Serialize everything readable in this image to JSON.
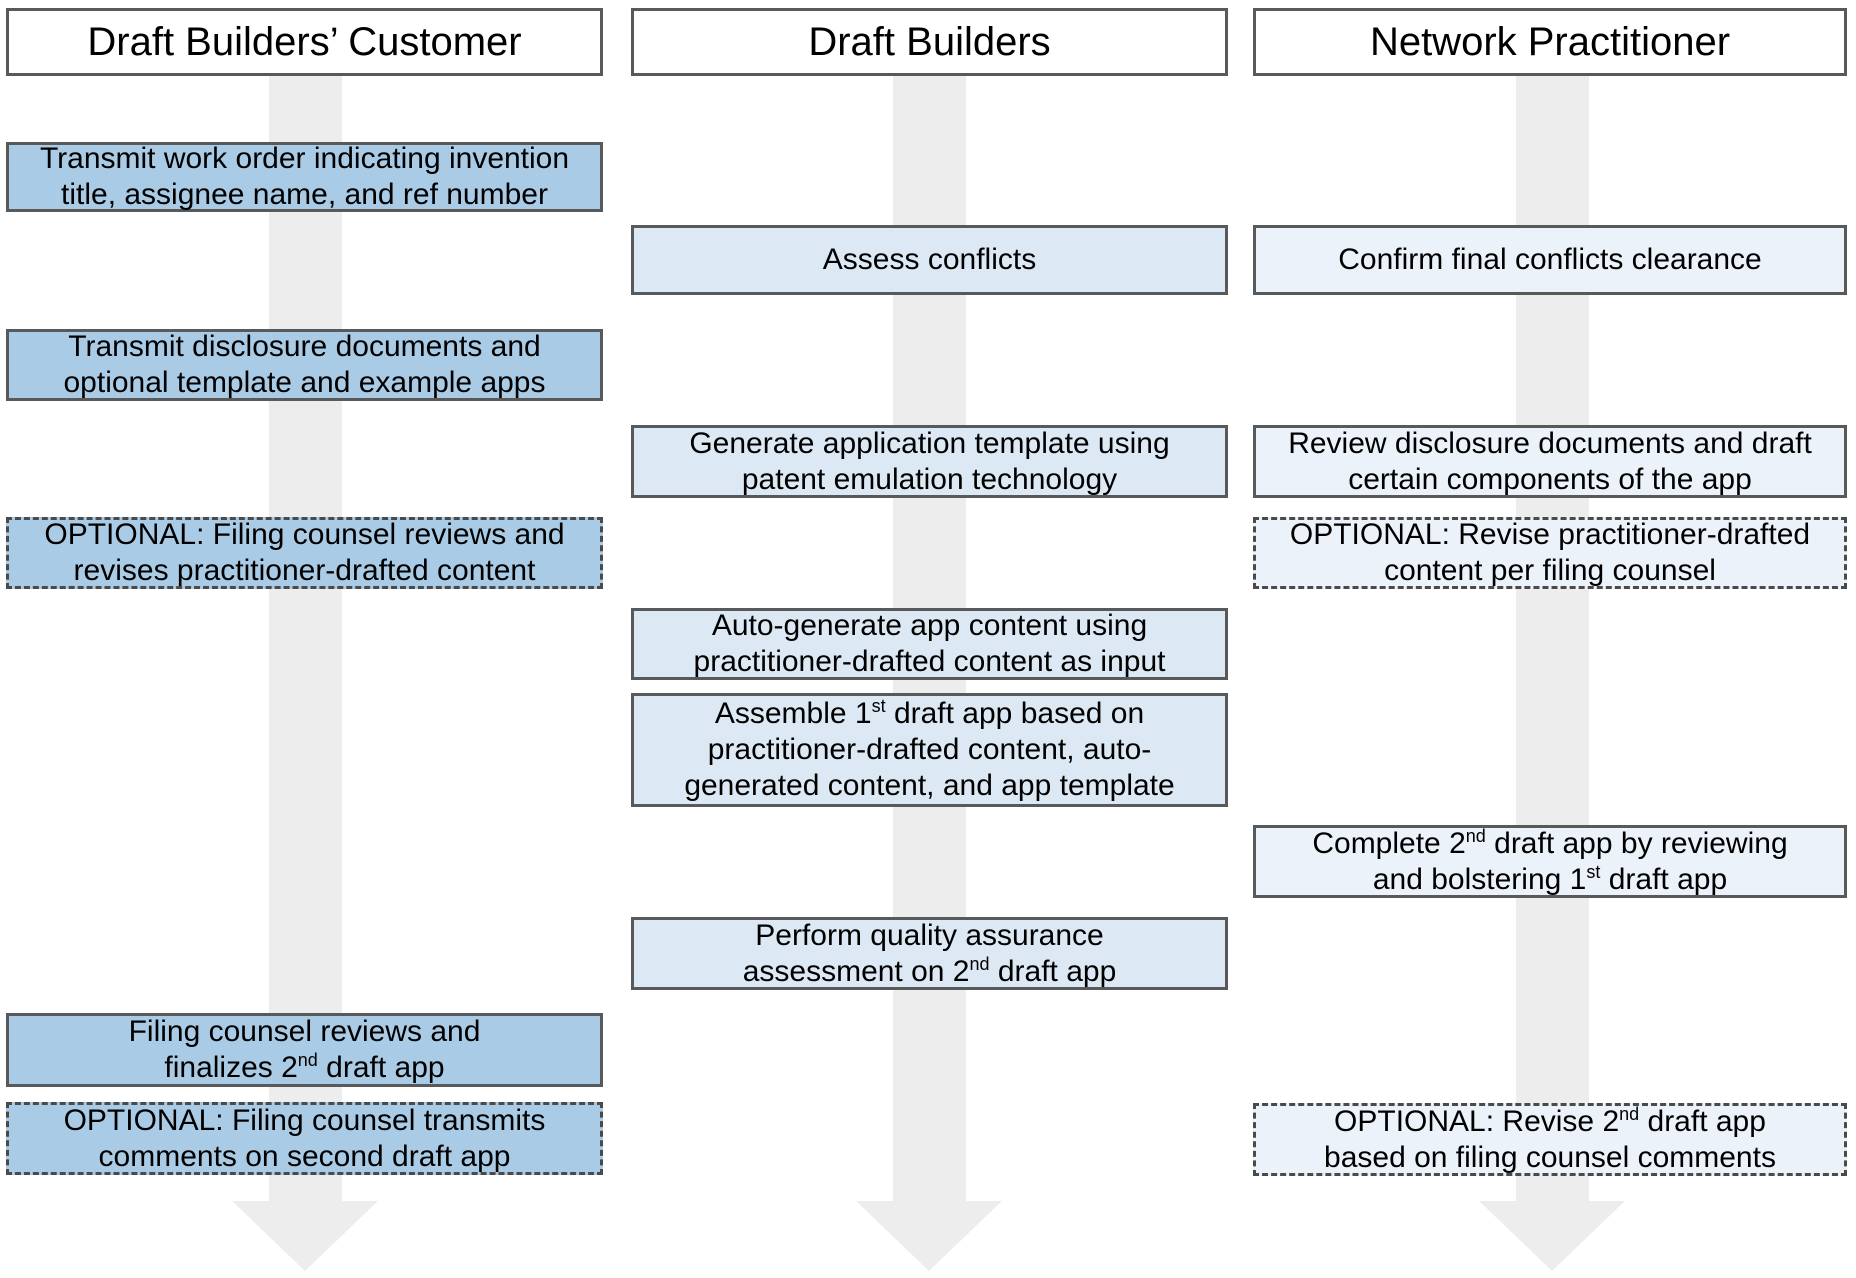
{
  "diagram": {
    "colors": {
      "customer_fill": "#a9cbe5",
      "builders_fill": "#dce8f3",
      "practitioner_fill": "#ecf2f9",
      "box_border": "#58595b",
      "dashed_border": "#4a4a4a",
      "arrow": "#ededed"
    },
    "columns": [
      {
        "id": "customer",
        "header": "Draft Builders’ Customer",
        "boxes": [
          {
            "style": "solid",
            "lines": [
              [
                {
                  "t": "Transmit work order indicating invention"
                }
              ],
              [
                {
                  "t": "title, assignee name, and ref number"
                }
              ]
            ]
          },
          {
            "style": "solid",
            "lines": [
              [
                {
                  "t": "Transmit disclosure documents and"
                }
              ],
              [
                {
                  "t": "optional template and example apps"
                }
              ]
            ]
          },
          {
            "style": "dashed",
            "lines": [
              [
                {
                  "t": "OPTIONAL: Filing counsel reviews and"
                }
              ],
              [
                {
                  "t": "revises practitioner-drafted content"
                }
              ]
            ]
          },
          {
            "style": "solid",
            "lines": [
              [
                {
                  "t": "Filing counsel reviews and"
                }
              ],
              [
                {
                  "t": "finalizes 2"
                },
                {
                  "t": "nd",
                  "sup": true
                },
                {
                  "t": " draft app"
                }
              ]
            ]
          },
          {
            "style": "dashed",
            "lines": [
              [
                {
                  "t": "OPTIONAL: Filing counsel transmits"
                }
              ],
              [
                {
                  "t": "comments on second draft app"
                }
              ]
            ]
          }
        ]
      },
      {
        "id": "draft-builders",
        "header": "Draft Builders",
        "boxes": [
          {
            "style": "solid",
            "lines": [
              [
                {
                  "t": "Assess conflicts"
                }
              ]
            ]
          },
          {
            "style": "solid",
            "lines": [
              [
                {
                  "t": "Generate application template using"
                }
              ],
              [
                {
                  "t": "patent emulation technology"
                }
              ]
            ]
          },
          {
            "style": "solid",
            "lines": [
              [
                {
                  "t": "Auto-generate app content using"
                }
              ],
              [
                {
                  "t": "practitioner-drafted content as input"
                }
              ]
            ]
          },
          {
            "style": "solid",
            "lines": [
              [
                {
                  "t": "Assemble 1"
                },
                {
                  "t": "st",
                  "sup": true
                },
                {
                  "t": " draft app based on"
                }
              ],
              [
                {
                  "t": "practitioner-drafted content, auto-"
                }
              ],
              [
                {
                  "t": "generated content, and app template"
                }
              ]
            ]
          },
          {
            "style": "solid",
            "lines": [
              [
                {
                  "t": "Perform quality assurance"
                }
              ],
              [
                {
                  "t": "assessment on 2"
                },
                {
                  "t": "nd",
                  "sup": true
                },
                {
                  "t": " draft app"
                }
              ]
            ]
          }
        ]
      },
      {
        "id": "network-practitioner",
        "header": "Network Practitioner",
        "boxes": [
          {
            "style": "solid",
            "lines": [
              [
                {
                  "t": "Confirm final conflicts clearance"
                }
              ]
            ]
          },
          {
            "style": "solid",
            "lines": [
              [
                {
                  "t": "Review disclosure documents and draft"
                }
              ],
              [
                {
                  "t": "certain components of the app"
                }
              ]
            ]
          },
          {
            "style": "dashed",
            "lines": [
              [
                {
                  "t": "OPTIONAL: Revise practitioner-drafted"
                }
              ],
              [
                {
                  "t": "content per filing counsel"
                }
              ]
            ]
          },
          {
            "style": "solid",
            "lines": [
              [
                {
                  "t": "Complete 2"
                },
                {
                  "t": "nd",
                  "sup": true
                },
                {
                  "t": " draft app by reviewing"
                }
              ],
              [
                {
                  "t": "and bolstering 1"
                },
                {
                  "t": "st",
                  "sup": true
                },
                {
                  "t": " draft app"
                }
              ]
            ]
          },
          {
            "style": "dashed",
            "lines": [
              [
                {
                  "t": "OPTIONAL: Revise 2"
                },
                {
                  "t": "nd",
                  "sup": true
                },
                {
                  "t": " draft app"
                }
              ],
              [
                {
                  "t": "based on filing counsel comments"
                }
              ]
            ]
          }
        ]
      }
    ]
  }
}
